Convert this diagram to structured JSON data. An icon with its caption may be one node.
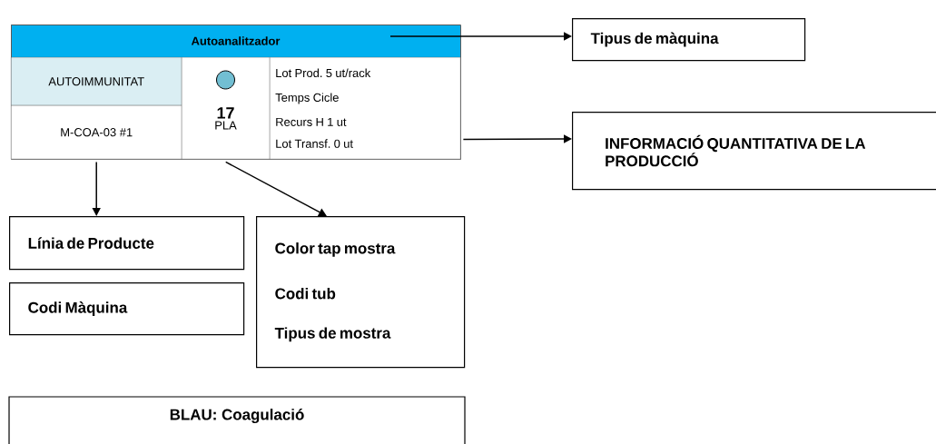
{
  "diagram": {
    "nodes": [
      {
        "text": [
          "Autoanalitzador"
        ]
      },
      {
        "text": [
          "AUTOIMMUNITAT"
        ],
        "in": 0
      },
      {
        "text": [
          "M-COA-03 #1"
        ],
        "in": 0
      },
      {
        "text": [
          "17",
          "PLA"
        ],
        "in": 0
      },
      {
        "text": [
          "Lot Prod. 5 ut/rack",
          "Temps Cicle",
          "Recurs H 1 ut",
          "Lot Transf. 0 ut"
        ],
        "in": 0
      },
      {
        "text": [
          "Tipus de màquina"
        ]
      },
      {
        "text": [
          "INFORMACIÓ QUANTITATIVA DE LA PRODUCCIÓ"
        ]
      },
      {
        "text": [
          "Línia de Producte"
        ]
      },
      {
        "text": [
          "Codi Màquina"
        ]
      },
      {
        "text": [
          "Color tap mostra",
          "Codi tub",
          "Tipus de mostra"
        ]
      },
      {
        "text": [
          "BLAU: Coagulació"
        ]
      }
    ],
    "edges": [
      {
        "from": 0,
        "to": 5,
        "arrow": "to"
      },
      {
        "from": 4,
        "to": 6,
        "arrow": "to"
      },
      {
        "from": 2,
        "to": 7,
        "arrow": "to"
      },
      {
        "from": 3,
        "to": 9,
        "arrow": "to"
      }
    ]
  }
}
